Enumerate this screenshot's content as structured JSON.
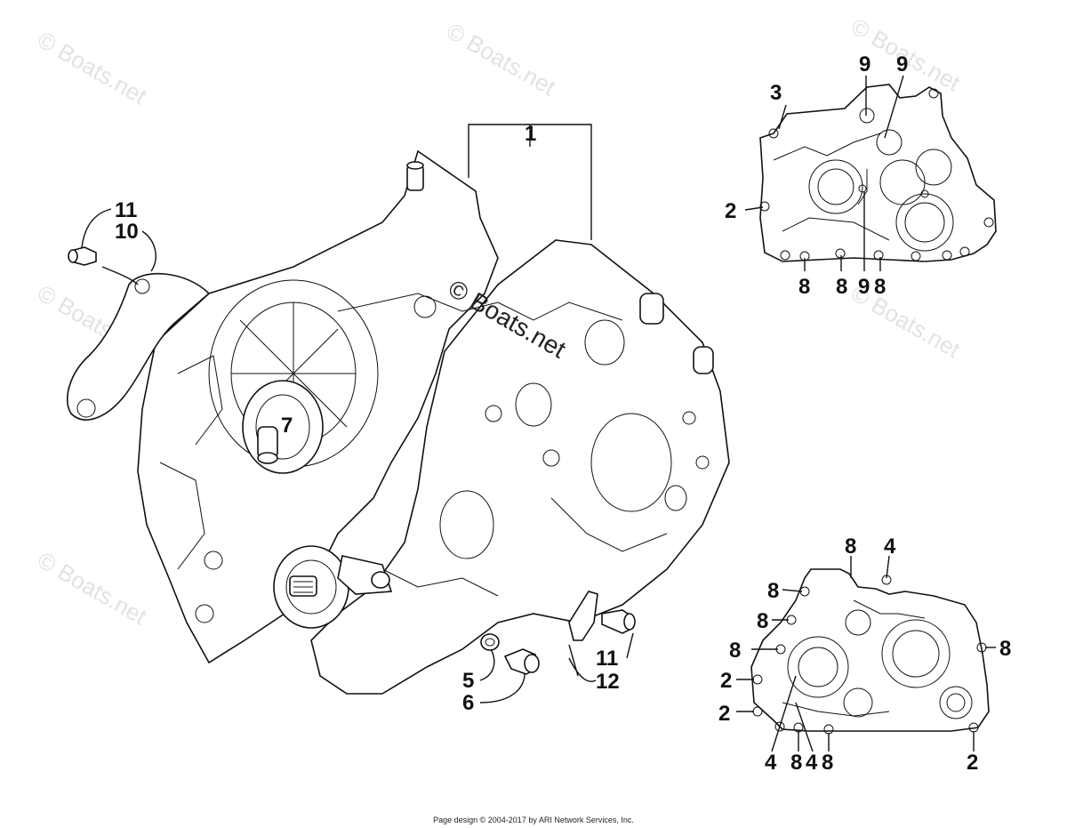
{
  "watermark": "© Boats.net",
  "center_watermark": "© Boats.net",
  "footer": "Page design © 2004-2017 by ARI Network Services, Inc.",
  "callouts": {
    "c1": "1",
    "c2a": "2",
    "c2b": "2",
    "c2c": "2",
    "c2d": "2",
    "c3": "3",
    "c4a": "4",
    "c4b": "4",
    "c4c": "4",
    "c5": "5",
    "c6": "6",
    "c7": "7",
    "c8a": "8",
    "c8b": "8",
    "c8c": "8",
    "c8d": "8",
    "c8e": "8",
    "c8f": "8",
    "c8g": "8",
    "c8h": "8",
    "c8i": "8",
    "c8j": "8",
    "c9a": "9",
    "c9b": "9",
    "c9c": "9",
    "c10": "10",
    "c11a": "11",
    "c11b": "11",
    "c12": "12"
  }
}
